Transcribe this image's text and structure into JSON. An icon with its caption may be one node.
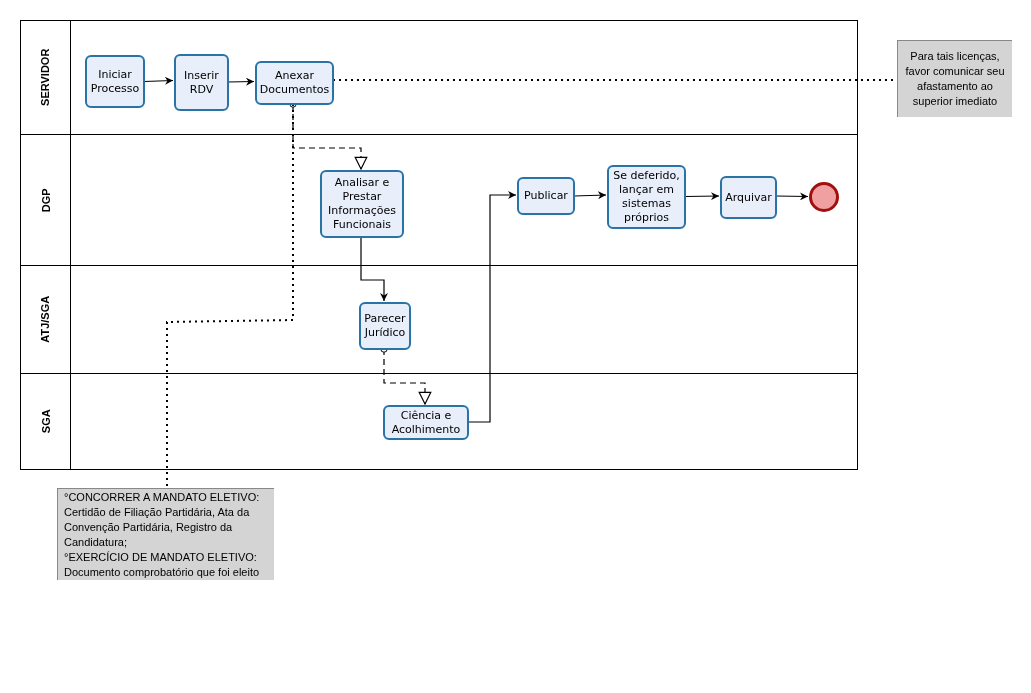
{
  "diagram": {
    "nodes": [
      {
        "text": [
          "SERVIDOR"
        ]
      },
      {
        "text": [
          "DGP"
        ]
      },
      {
        "text": [
          "ATJ/SGA"
        ]
      },
      {
        "text": [
          "SGA"
        ]
      },
      {
        "text": [
          "Iniciar Processo"
        ],
        "in": 0
      },
      {
        "text": [
          "Inserir RDV"
        ],
        "in": 0
      },
      {
        "text": [
          "Anexar Documentos"
        ],
        "in": 0
      },
      {
        "text": [
          "Analisar e Prestar Informações Funcionais"
        ],
        "in": 1
      },
      {
        "text": [
          "Publicar"
        ],
        "in": 1
      },
      {
        "text": [
          "Se deferido, lançar em sistemas próprios"
        ],
        "in": 1
      },
      {
        "text": [
          "Arquivar"
        ],
        "in": 1
      },
      {
        "text": [],
        "shape": "circle",
        "in": 1
      },
      {
        "text": [
          "Parecer Jurídico"
        ],
        "in": 2
      },
      {
        "text": [
          "Ciência e Acolhimento"
        ],
        "in": 3
      },
      {
        "text": [
          "Para tais licenças, favor comunicar seu afastamento ao superior imediato"
        ]
      },
      {
        "text": [
          "°CONCORRER A MANDATO ELETIVO: Certidão de Filiação Partidária, Ata da Convenção Partidária, Registro da Candidatura;",
          "°EXERCÍCIO DE MANDATO ELETIVO: Documento comprobatório que foi eleito"
        ]
      }
    ],
    "edges": [
      {
        "from": 4,
        "to": 5,
        "arrow": "to"
      },
      {
        "from": 5,
        "to": 6,
        "arrow": "to"
      },
      {
        "from": 6,
        "to": 7,
        "arrow": "to",
        "style": "dashed"
      },
      {
        "from": 7,
        "to": 12,
        "arrow": "to"
      },
      {
        "from": 12,
        "to": 13,
        "arrow": "to",
        "style": "dashed"
      },
      {
        "from": 13,
        "to": 8,
        "arrow": "to"
      },
      {
        "from": 8,
        "to": 9,
        "arrow": "to"
      },
      {
        "from": 9,
        "to": 10,
        "arrow": "to"
      },
      {
        "from": 10,
        "to": 11,
        "arrow": "to"
      },
      {
        "from": 6,
        "to": 14,
        "arrow": "none",
        "style": "dashed"
      },
      {
        "from": 6,
        "to": 15,
        "arrow": "none",
        "style": "dashed"
      }
    ]
  }
}
